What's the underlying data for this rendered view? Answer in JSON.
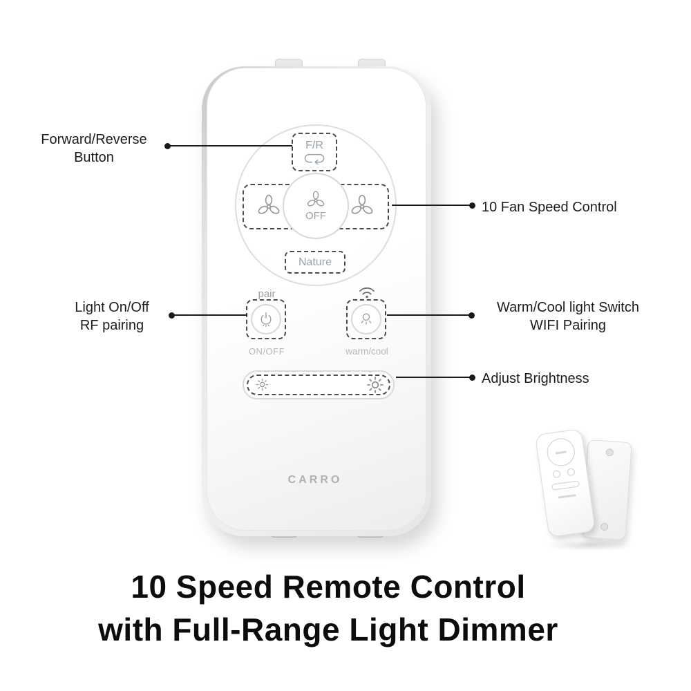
{
  "callouts": {
    "forward_reverse": {
      "line1": "Forward/Reverse",
      "line2": "Button"
    },
    "fan_speed": {
      "label": "10 Fan Speed Control"
    },
    "light_onoff": {
      "line1": "Light On/Off",
      "line2": "RF pairing"
    },
    "warm_cool": {
      "line1": "Warm/Cool light Switch",
      "line2": "WIFI Pairing"
    },
    "brightness": {
      "label": "Adjust Brightness"
    }
  },
  "remote": {
    "fr_button": "F/R",
    "off_button": "OFF",
    "nature_button": "Nature",
    "pair_label": "pair",
    "onoff_label": "ON/OFF",
    "warmcool_label": "warm/cool",
    "brand": "CARRO"
  },
  "icons": {
    "forward_reverse": "loop-arrow-icon",
    "fan": "fan-icon",
    "power": "power-icon",
    "light": "light-icon",
    "wifi": "wifi-icon",
    "brightness_low": "sun-dim-icon",
    "brightness_high": "sun-bright-icon"
  },
  "colors": {
    "callout_text": "#1c1c1c",
    "dashed_outline": "#4a4a4a",
    "button_glyph_gray": "#98a0a8",
    "muted_label_gray": "#b8b8b8",
    "brand_gray": "#b0b0b0",
    "headline": "#0c0c0c"
  },
  "headline": {
    "line1": "10 Speed Remote Control",
    "line2": "with Full-Range Light Dimmer"
  }
}
